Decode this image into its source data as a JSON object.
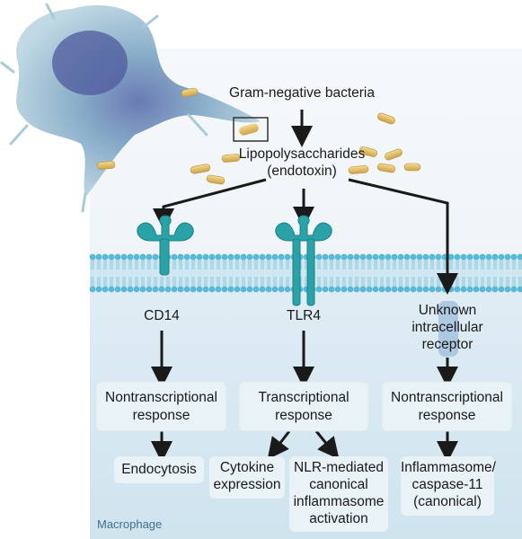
{
  "title_source": "Gram-negative bacteria",
  "lps_line1": "Lipopolysaccharides",
  "lps_line2": "(endotoxin)",
  "receptors": {
    "cd14": "CD14",
    "tlr4": "TLR4",
    "unknown_line1": "Unknown",
    "unknown_line2": "intracellular",
    "unknown_line3": "receptor"
  },
  "responses": {
    "left_line1": "Nontranscriptional",
    "left_line2": "response",
    "middle_line1": "Transcriptional",
    "middle_line2": "response",
    "right_line1": "Nontranscriptional",
    "right_line2": "response"
  },
  "outcomes": {
    "endocytosis": "Endocytosis",
    "cytokine_line1": "Cytokine",
    "cytokine_line2": "expression",
    "nlr_line1": "NLR-mediated",
    "nlr_line2": "canonical",
    "nlr_line3": "inflammasome",
    "nlr_line4": "activation",
    "infl_line1": "Inflammasome/",
    "infl_line2": "caspase-11",
    "infl_line3": "(canonical)"
  },
  "cell_label": "Macrophage",
  "colors": {
    "cytoplasm_top": "#f4f8fb",
    "cytoplasm_bottom": "#d2e4ef",
    "membrane": "#58b8d6",
    "receptor": "#2aa3a8",
    "bacteria": "#e6c26a",
    "arrow": "#1a1a1a",
    "box": "#e8f1f6",
    "macrophage_label": "#3e6f8e"
  }
}
